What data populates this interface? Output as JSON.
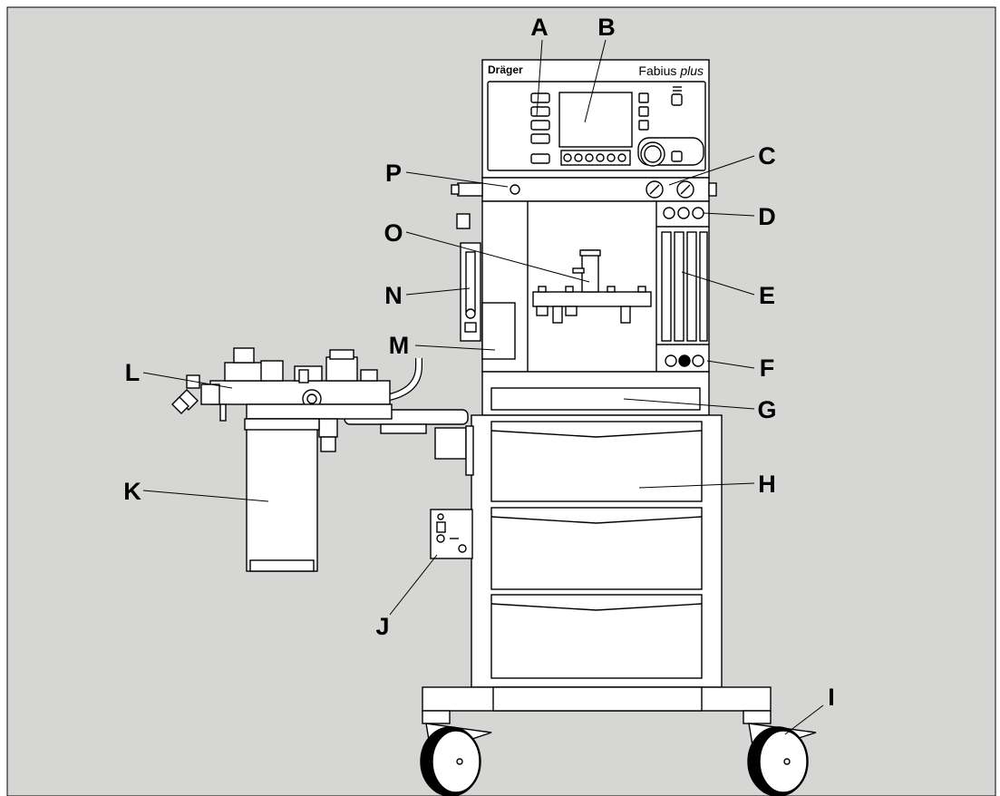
{
  "brand": "Dräger",
  "model": {
    "name": "Fabius",
    "variant": "plus"
  },
  "callouts": {
    "A": "A",
    "B": "B",
    "C": "C",
    "D": "D",
    "E": "E",
    "F": "F",
    "G": "G",
    "H": "H",
    "I": "I",
    "J": "J",
    "K": "K",
    "L": "L",
    "M": "M",
    "N": "N",
    "O": "O",
    "P": "P"
  },
  "colors": {
    "background": "#d6d6d4",
    "frame": "#ffffff",
    "line": "#000000"
  }
}
